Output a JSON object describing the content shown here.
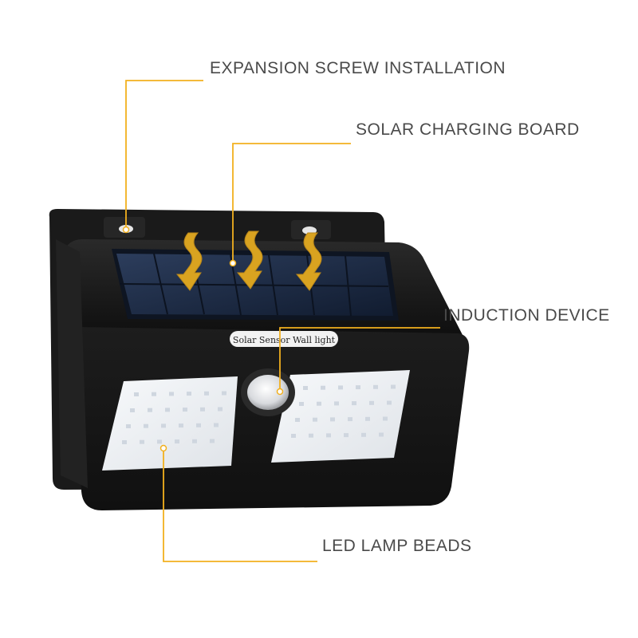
{
  "callouts": {
    "expansion_screw": "EXPANSION SCREW INSTALLATION",
    "solar_board": "SOLAR CHARGING BOARD",
    "induction": "INDUCTION DEVICE",
    "led_beads": "LED LAMP BEADS"
  },
  "product": {
    "badge_text": "Solar Sensor Wall light"
  },
  "colors": {
    "callout_line": "#f2b01e",
    "arrow_fill": "#d9a320",
    "body": "#141414",
    "solar_cell": "#1c2c46",
    "led_panel": "#eef1f5",
    "label_text": "#4a4a4a"
  }
}
